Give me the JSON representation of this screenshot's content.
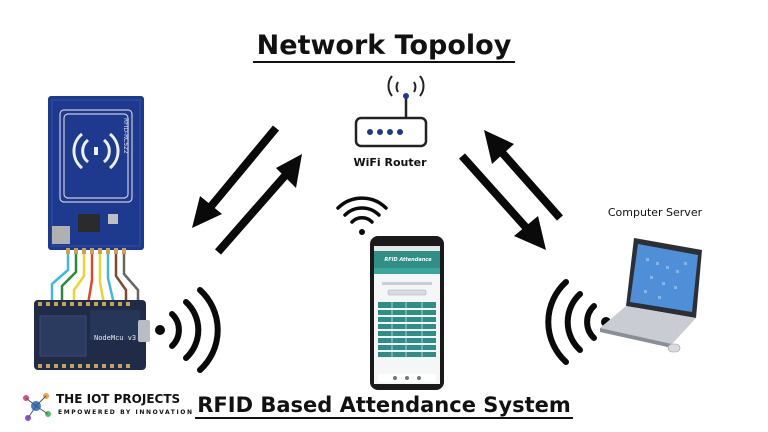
{
  "diagram": {
    "title": "Network Topoloy",
    "subtitle": "RFID Based Attendance System",
    "router": {
      "label": "WiFi Router"
    },
    "server": {
      "label": "Computer Server"
    },
    "rfid_module": {
      "label": "RFID-RC522"
    },
    "mcu": {
      "label": "NodeMcu v3"
    },
    "phone": {
      "app_title": "RFID Attendance"
    },
    "brand": {
      "name": "THE IOT PROJECTS",
      "tagline": "EMPOWERED BY INNOVATION"
    }
  },
  "colors": {
    "rfid_board": "#1e3a8f",
    "mcu_board": "#1f2b47",
    "app_bar": "#2f8f86",
    "arrow": "#0a0a0a",
    "wires": [
      "#3fb8e8",
      "#2a8a3a",
      "#e8d72a",
      "#d94a2a",
      "#7a4a2a",
      "#666666"
    ]
  }
}
